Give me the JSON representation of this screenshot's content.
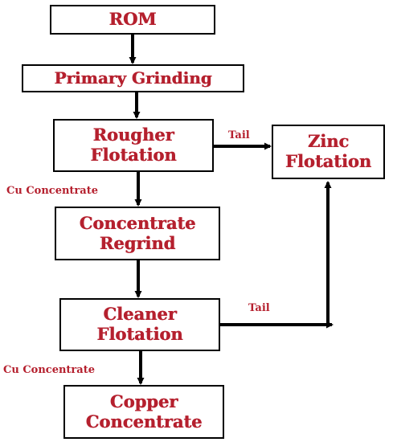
{
  "nodes": {
    "rom": "ROM",
    "primary_grinding": "Primary Grinding",
    "rougher_flotation": "Rougher\nFlotation",
    "zinc_flotation": "Zinc\nFlotation",
    "concentrate_regrind": "Concentrate\nRegrind",
    "cleaner_flotation": "Cleaner\nFlotation",
    "copper_concentrate": "Copper\nConcentrate"
  },
  "edge_labels": {
    "rougher_tail": "Tail",
    "rougher_cu_concentrate": "Cu Concentrate",
    "cleaner_tail": "Tail",
    "cleaner_cu_concentrate": "Cu Concentrate"
  },
  "colors": {
    "text": "#b5202e",
    "border": "#000000",
    "arrow": "#000000"
  }
}
